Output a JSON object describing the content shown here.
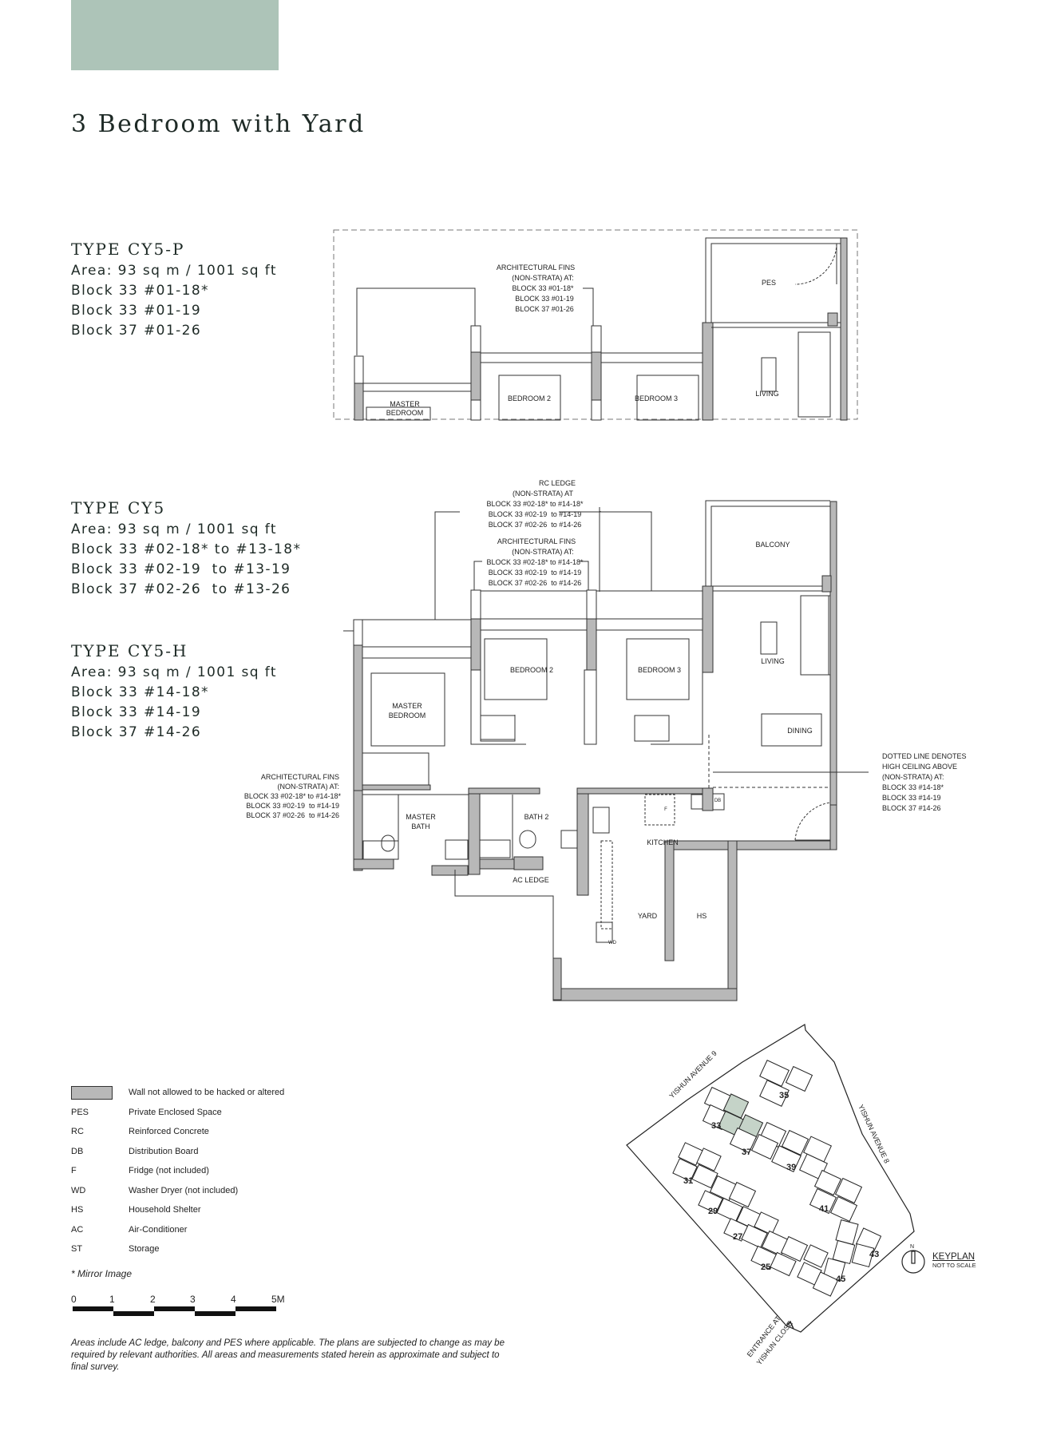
{
  "header": {
    "accent_color": "#adc4b8",
    "title": "3 Bedroom with Yard"
  },
  "units": [
    {
      "type": "TYPE CY5-P",
      "area": "Area: 93 sq m / 1001 sq ft",
      "blocks": [
        "Block 33 #01-18*",
        "Block 33 #01-19",
        "Block 37 #01-26"
      ]
    },
    {
      "type": "TYPE CY5",
      "area": "Area: 93 sq m / 1001 sq ft",
      "blocks": [
        "Block 33 #02-18* to #13-18*",
        "Block 33 #02-19  to #13-19",
        "Block 37 #02-26  to #13-26"
      ]
    },
    {
      "type": "TYPE CY5-H",
      "area": "Area: 93 sq m / 1001 sq ft",
      "blocks": [
        "Block 33 #14-18*",
        "Block 33 #14-19",
        "Block 37 #14-26"
      ]
    }
  ],
  "plan_pes": {
    "annotation_fins": [
      "ARCHITECTURAL FINS",
      "(NON-STRATA) AT:",
      "BLOCK 33 #01-18*",
      "BLOCK 33 #01-19",
      "BLOCK 37 #01-26"
    ],
    "rooms": {
      "pes": "PES",
      "living": "LIVING",
      "bedroom2": "BEDROOM 2",
      "bedroom3": "BEDROOM 3",
      "master1": "MASTER",
      "master2": "BEDROOM"
    }
  },
  "plan_main": {
    "annotation_rc": [
      "RC LEDGE",
      "(NON-STRATA) AT",
      "BLOCK 33 #02-18* to #14-18*",
      "BLOCK 33 #02-19  to #14-19",
      "BLOCK 37 #02-26  to #14-26"
    ],
    "annotation_fins_top": [
      "ARCHITECTURAL FINS",
      "(NON-STRATA) AT:",
      "BLOCK 33 #02-18* to #14-18*",
      "BLOCK 33 #02-19  to #14-19",
      "BLOCK 37 #02-26  to #14-26"
    ],
    "annotation_fins_left": [
      "ARCHITECTURAL FINS",
      "(NON-STRATA) AT:",
      "BLOCK 33 #02-18* to #14-18*",
      "BLOCK 33 #02-19  to #14-19",
      "BLOCK 37 #02-26  to #14-26"
    ],
    "annotation_ceiling": [
      "DOTTED LINE DENOTES",
      "HIGH CEILING ABOVE",
      "(NON-STRATA) AT:",
      "BLOCK 33 #14-18*",
      "BLOCK 33 #14-19",
      "BLOCK 37 #14-26"
    ],
    "rooms": {
      "balcony": "BALCONY",
      "living": "LIVING",
      "dining": "DINING",
      "bedroom2": "BEDROOM 2",
      "bedroom3": "BEDROOM 3",
      "master1": "MASTER",
      "master2": "BEDROOM",
      "master_bath1": "MASTER",
      "master_bath2": "BATH",
      "bath2": "BATH 2",
      "kitchen": "KITCHEN",
      "ac_ledge": "AC LEDGE",
      "yard": "YARD",
      "hs": "HS",
      "db": "DB",
      "fridge": "F",
      "wd": "WD"
    }
  },
  "legend": {
    "wall_label": "Wall not allowed to be hacked or altered",
    "items": [
      {
        "key": "PES",
        "value": "Private Enclosed Space"
      },
      {
        "key": "RC",
        "value": "Reinforced Concrete"
      },
      {
        "key": "DB",
        "value": "Distribution Board"
      },
      {
        "key": "F",
        "value": "Fridge (not included)"
      },
      {
        "key": "WD",
        "value": "Washer Dryer (not included)"
      },
      {
        "key": "HS",
        "value": "Household Shelter"
      },
      {
        "key": "AC",
        "value": "Air-Conditioner"
      },
      {
        "key": "ST",
        "value": "Storage"
      }
    ],
    "mirror_note": "* Mirror Image"
  },
  "scale_bar": {
    "ticks": [
      "0",
      "1",
      "2",
      "3",
      "4",
      "5M"
    ]
  },
  "disclaimer": "Areas include AC ledge, balcony and PES where applicable. The plans are subjected to change as may be required by relevant authorities. All areas and measurements stated herein as approximate and subject to final survey.",
  "keyplan": {
    "title": "KEYPLAN",
    "subtitle": "NOT TO SCALE",
    "north": "N",
    "roads": [
      "YISHUN AVENUE 9",
      "YISHUN AVENUE 8"
    ],
    "entrance": [
      "ENTRANCE AT",
      "YISHUN CLOSE"
    ],
    "highlight_color": "#c5d3c8",
    "block_labels": [
      "25",
      "27",
      "29",
      "31",
      "33",
      "35",
      "37",
      "39",
      "41",
      "43",
      "45"
    ],
    "highlighted_units": [
      "18",
      "19",
      "26"
    ]
  }
}
